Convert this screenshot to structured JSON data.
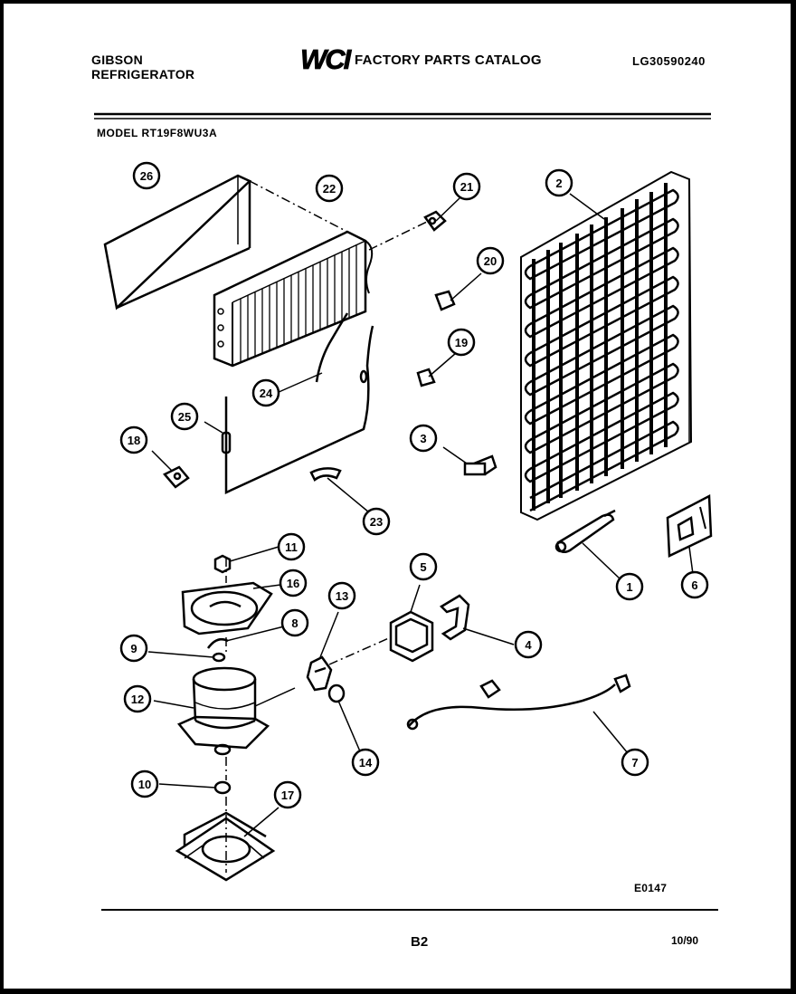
{
  "header": {
    "brand_line1": "GIBSON",
    "brand_line2": "REFRIGERATOR",
    "logo_text": "WCI",
    "catalog_title": "FACTORY PARTS CATALOG",
    "catalog_number": "LG30590240",
    "model": "MODEL RT19F8WU3A"
  },
  "callouts": [
    {
      "id": "26",
      "label": "26"
    },
    {
      "id": "22",
      "label": "22"
    },
    {
      "id": "21",
      "label": "21"
    },
    {
      "id": "2",
      "label": "2"
    },
    {
      "id": "20",
      "label": "20"
    },
    {
      "id": "19a",
      "label": "19"
    },
    {
      "id": "24",
      "label": "24"
    },
    {
      "id": "25",
      "label": "25"
    },
    {
      "id": "18",
      "label": "18"
    },
    {
      "id": "3",
      "label": "3"
    },
    {
      "id": "23",
      "label": "23"
    },
    {
      "id": "11",
      "label": "11"
    },
    {
      "id": "16",
      "label": "16"
    },
    {
      "id": "13",
      "label": "13"
    },
    {
      "id": "5",
      "label": "5"
    },
    {
      "id": "1",
      "label": "1"
    },
    {
      "id": "6",
      "label": "6"
    },
    {
      "id": "8",
      "label": "8"
    },
    {
      "id": "9",
      "label": "9"
    },
    {
      "id": "4",
      "label": "4"
    },
    {
      "id": "12",
      "label": "12"
    },
    {
      "id": "14",
      "label": "14"
    },
    {
      "id": "7",
      "label": "7"
    },
    {
      "id": "10",
      "label": "10"
    },
    {
      "id": "17",
      "label": "17"
    }
  ],
  "footer": {
    "diagram_code": "E0147",
    "page_number": "B2",
    "date_code": "10/90"
  }
}
